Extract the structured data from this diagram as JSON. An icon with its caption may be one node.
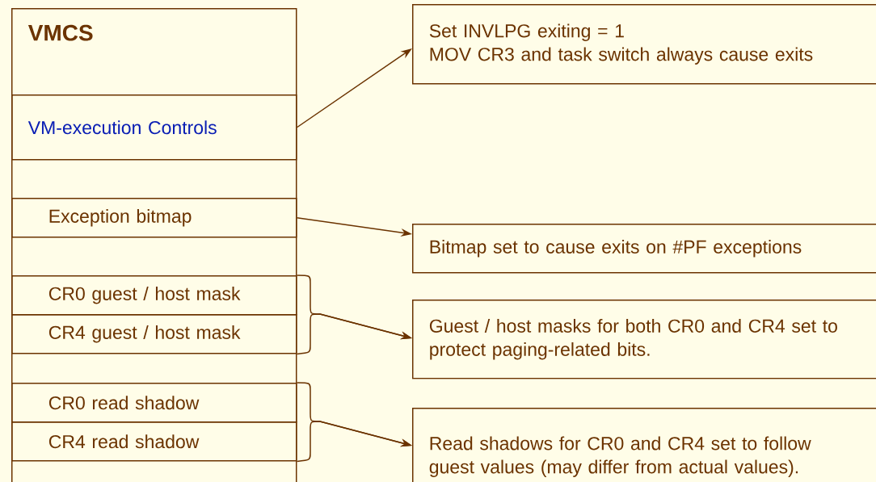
{
  "diagram": {
    "nodes": [
      {
        "text": [
          "VMCS"
        ]
      },
      {
        "text": [
          "VM-execution Controls"
        ],
        "in": 0
      },
      {
        "text": [
          "Exception bitmap"
        ],
        "in": 0
      },
      {
        "text": [
          "CR0 guest / host mask"
        ],
        "in": 0
      },
      {
        "text": [
          "CR4 guest / host mask"
        ],
        "in": 0
      },
      {
        "text": [
          "CR0 read shadow"
        ],
        "in": 0
      },
      {
        "text": [
          "CR4 read shadow"
        ],
        "in": 0
      },
      {
        "text": [
          "Set INVLPG exiting = 1",
          "MOV CR3 and task switch always cause exits"
        ]
      },
      {
        "text": [
          "Bitmap set to cause exits on #PF exceptions"
        ]
      },
      {
        "text": [
          "Guest / host masks for both CR0 and CR4 set to protect paging-related bits."
        ]
      },
      {
        "text": [
          "Read shadows for CR0 and CR4 set to follow guest values (may differ from actual values)."
        ]
      }
    ],
    "edges": [
      {
        "from": 1,
        "to": 7,
        "arrow": "to"
      },
      {
        "from": 2,
        "to": 8,
        "arrow": "to"
      },
      {
        "from": 3,
        "to": 9,
        "arrow": "to"
      },
      {
        "from": 4,
        "to": 9,
        "arrow": "to"
      },
      {
        "from": 5,
        "to": 10,
        "arrow": "to"
      },
      {
        "from": 6,
        "to": 10,
        "arrow": "to"
      }
    ]
  }
}
